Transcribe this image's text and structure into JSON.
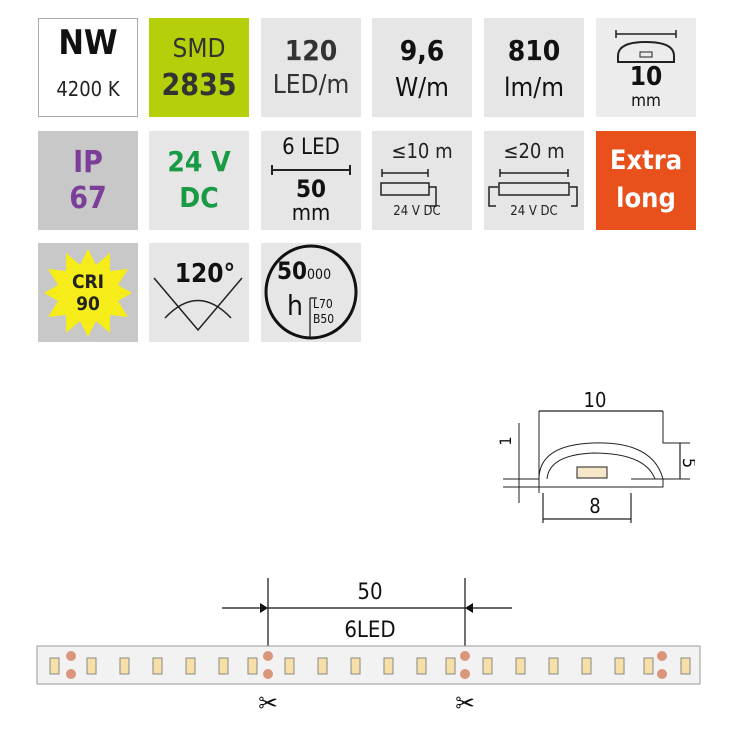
{
  "tiles": {
    "color": {
      "name": "NW",
      "temp": "4200 K"
    },
    "chip": {
      "label": "SMD",
      "value": "2835"
    },
    "density": {
      "value": "120",
      "unit": "LED/m"
    },
    "power": {
      "value": "9,6",
      "unit": "W/m"
    },
    "flux": {
      "value": "810",
      "unit": "lm/m"
    },
    "width": {
      "value": "10",
      "unit": "mm"
    },
    "ip": {
      "label": "IP",
      "value": "67"
    },
    "voltage": {
      "value": "24 V",
      "type": "DC"
    },
    "segment": {
      "leds": "6 LED",
      "length": "50",
      "unit": "mm"
    },
    "feed1": {
      "max": "≤10 m",
      "volt": "24 V DC"
    },
    "feed2": {
      "max": "≤20 m",
      "volt": "24 V DC"
    },
    "extra": {
      "line1": "Extra",
      "line2": "long"
    },
    "cri": {
      "label": "CRI",
      "value": "90"
    },
    "angle": {
      "value": "120°"
    },
    "life": {
      "big": "50",
      "small": "000",
      "h": "h",
      "l": "L70",
      "b": "B50"
    }
  },
  "colors": {
    "green": "#b5cf0a",
    "orange": "#e8501c",
    "purple": "#7b3f9a",
    "dcgreen": "#1a9a45",
    "yellow": "#f5ec1a"
  },
  "profile": {
    "w": "10",
    "h": "5",
    "t": "1",
    "base": "8"
  },
  "strip": {
    "pitch": "50",
    "leds": "6LED"
  }
}
